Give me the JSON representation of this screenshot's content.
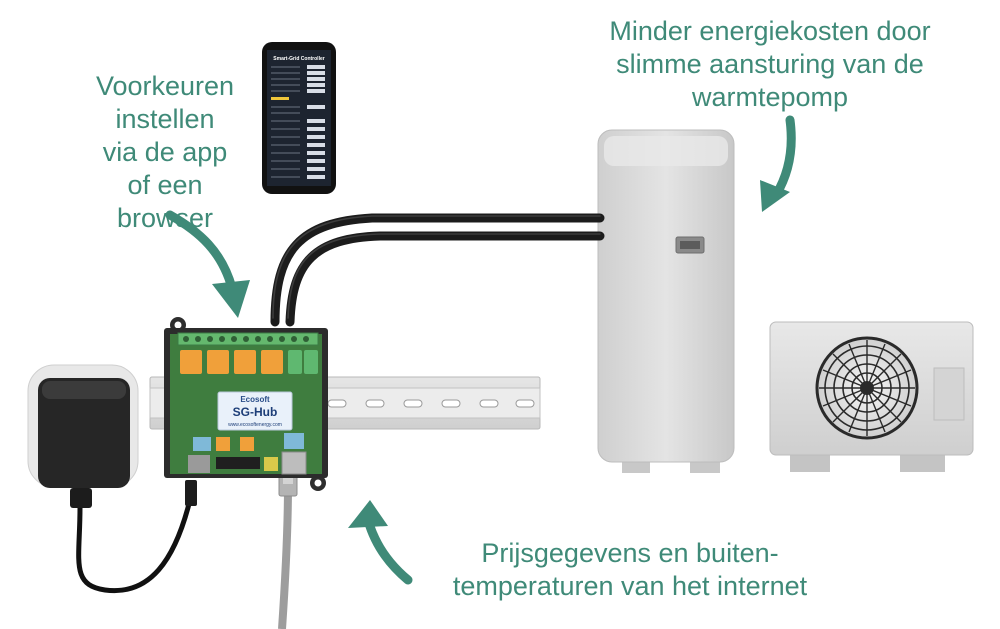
{
  "callouts": {
    "app": [
      "Voorkeuren",
      "instellen",
      "via de app",
      "of een",
      "browser"
    ],
    "energy": [
      "Minder energiekosten door",
      "slimme aansturing van de",
      "warmtepomp"
    ],
    "internet": [
      "Prijsgegevens en buiten-",
      "temperaturen van het internet"
    ]
  },
  "device": {
    "brand": "Ecosoft",
    "model": "SG-Hub",
    "url": "www.ecosoftenergy.com"
  },
  "phone": {
    "title": "Smart-Grid Controller"
  },
  "colors": {
    "accent": "#3f8a78",
    "pcb": "#3f7d3f",
    "relay": "#f0a03a",
    "terminal": "#5fb870",
    "unit": "#d9d9d9",
    "cable": "#1e1e1e"
  }
}
